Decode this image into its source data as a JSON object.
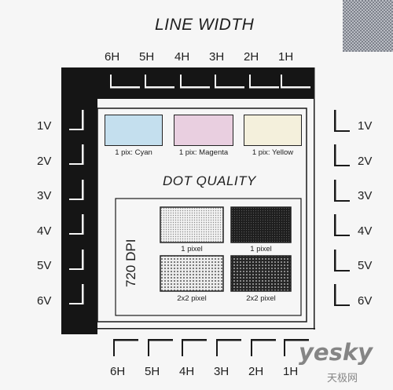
{
  "header": {
    "title": "LINE WIDTH"
  },
  "top_labels": [
    "6H",
    "5H",
    "4H",
    "3H",
    "2H",
    "1H"
  ],
  "bottom_labels": [
    "6H",
    "5H",
    "4H",
    "3H",
    "2H",
    "1H"
  ],
  "left_labels": [
    "1V",
    "2V",
    "3V",
    "4V",
    "5V",
    "6V"
  ],
  "right_labels": [
    "1V",
    "2V",
    "3V",
    "4V",
    "5V",
    "6V"
  ],
  "color_swatches": [
    {
      "label": "1 pix: Cyan",
      "color": "#c4dfee"
    },
    {
      "label": "1 pix: Magenta",
      "color": "#e9cfe0"
    },
    {
      "label": "1 pix: Yellow",
      "color": "#f4f0dc"
    }
  ],
  "dot_quality": {
    "title": "DOT QUALITY",
    "dpi_label": "720 DPI",
    "swatches": [
      {
        "label": "1 pixel",
        "tone": "light"
      },
      {
        "label": "1 pixel",
        "tone": "dark"
      },
      {
        "label": "2x2 pixel",
        "tone": "light"
      },
      {
        "label": "2x2 pixel",
        "tone": "dark"
      }
    ]
  },
  "watermark": {
    "brand": "yesky",
    "chinese": "天极网"
  }
}
